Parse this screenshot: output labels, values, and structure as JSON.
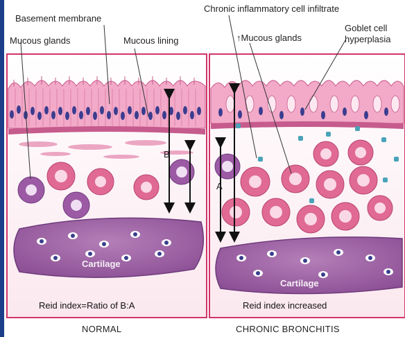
{
  "labels": {
    "basement_membrane": "Basement membrane",
    "mucous_glands_left": "Mucous glands",
    "mucous_lining": "Mucous lining",
    "chronic_infiltrate": "Chronic inflammatory cell infiltrate",
    "mucous_glands_right": "↑Mucous glands",
    "goblet_line1": "Goblet cell",
    "goblet_line2": "hyperplasia",
    "marker_b": "B",
    "marker_a": "A",
    "cartilage_left": "Cartilage",
    "cartilage_right": "Cartilage"
  },
  "captions": {
    "left": "Reid index=Ratio of B:A",
    "right": "Reid index increased"
  },
  "panels": {
    "left_title": "NORMAL",
    "right_title": "CHRONIC BRONCHITIS"
  },
  "colors": {
    "background": "#1d3f8a",
    "border": "#d2336b",
    "epithelium": "#e98fb4",
    "nuclei": "#3b3d8f",
    "cartilage": "#9b5aa0",
    "gland": "#e06a93"
  }
}
